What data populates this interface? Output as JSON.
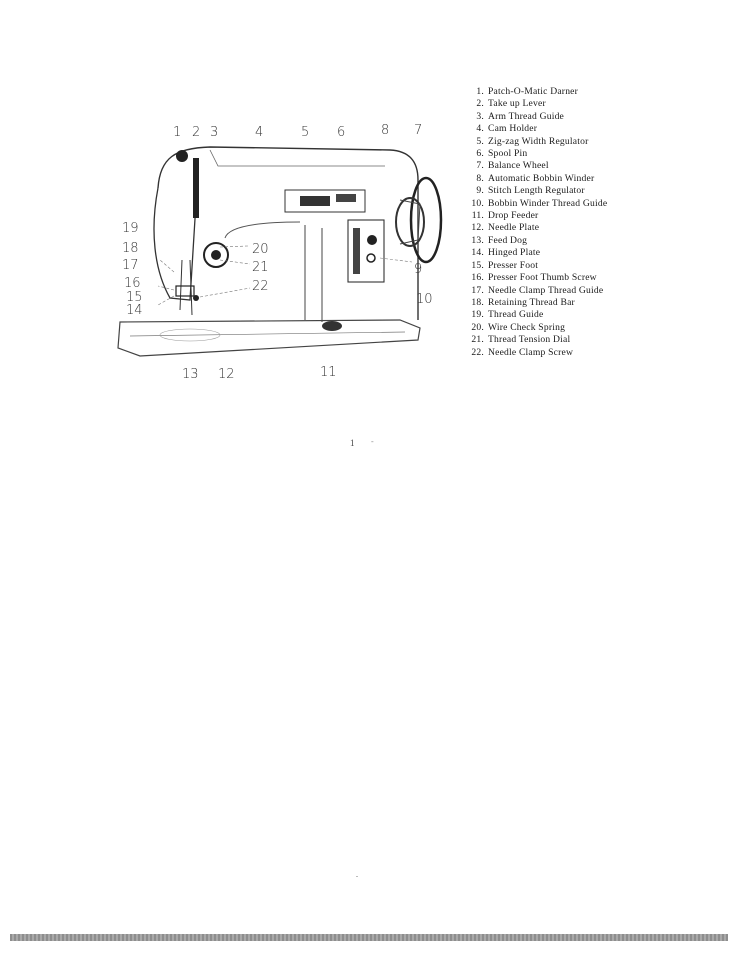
{
  "figure": {
    "callouts_top": [
      "1",
      "2",
      "3",
      "4",
      "5",
      "6",
      "8",
      "7"
    ],
    "callouts_left": [
      "19",
      "18",
      "17",
      "16",
      "15",
      "14"
    ],
    "callouts_right": [
      "20",
      "21",
      "22",
      "9",
      "10"
    ],
    "callouts_bottom": [
      "13",
      "12",
      "11"
    ]
  },
  "legend": [
    {
      "num": "1.",
      "text": "Patch-O-Matic Darner"
    },
    {
      "num": "2.",
      "text": "Take up Lever"
    },
    {
      "num": "3.",
      "text": "Arm Thread Guide"
    },
    {
      "num": "4.",
      "text": "Cam Holder"
    },
    {
      "num": "5.",
      "text": "Zig-zag Width Regulator"
    },
    {
      "num": "6.",
      "text": "Spool Pin"
    },
    {
      "num": "7.",
      "text": "Balance Wheel"
    },
    {
      "num": "8.",
      "text": "Automatic Bobbin Winder"
    },
    {
      "num": "9.",
      "text": "Stitch Length Regulator"
    },
    {
      "num": "10.",
      "text": "Bobbin Winder Thread Guide"
    },
    {
      "num": "11.",
      "text": "Drop Feeder"
    },
    {
      "num": "12.",
      "text": "Needle Plate"
    },
    {
      "num": "13.",
      "text": "Feed Dog"
    },
    {
      "num": "14.",
      "text": "Hinged Plate"
    },
    {
      "num": "15.",
      "text": "Presser Foot"
    },
    {
      "num": "16.",
      "text": "Presser Foot Thumb Screw"
    },
    {
      "num": "17.",
      "text": "Needle Clamp Thread Guide"
    },
    {
      "num": "18.",
      "text": "Retaining Thread Bar"
    },
    {
      "num": "19.",
      "text": "Thread Guide"
    },
    {
      "num": "20.",
      "text": "Wire Check Spring"
    },
    {
      "num": "21.",
      "text": "Thread Tension Dial"
    },
    {
      "num": "22.",
      "text": "Needle Clamp Screw"
    }
  ],
  "page_number": "1",
  "page_dash": "-"
}
